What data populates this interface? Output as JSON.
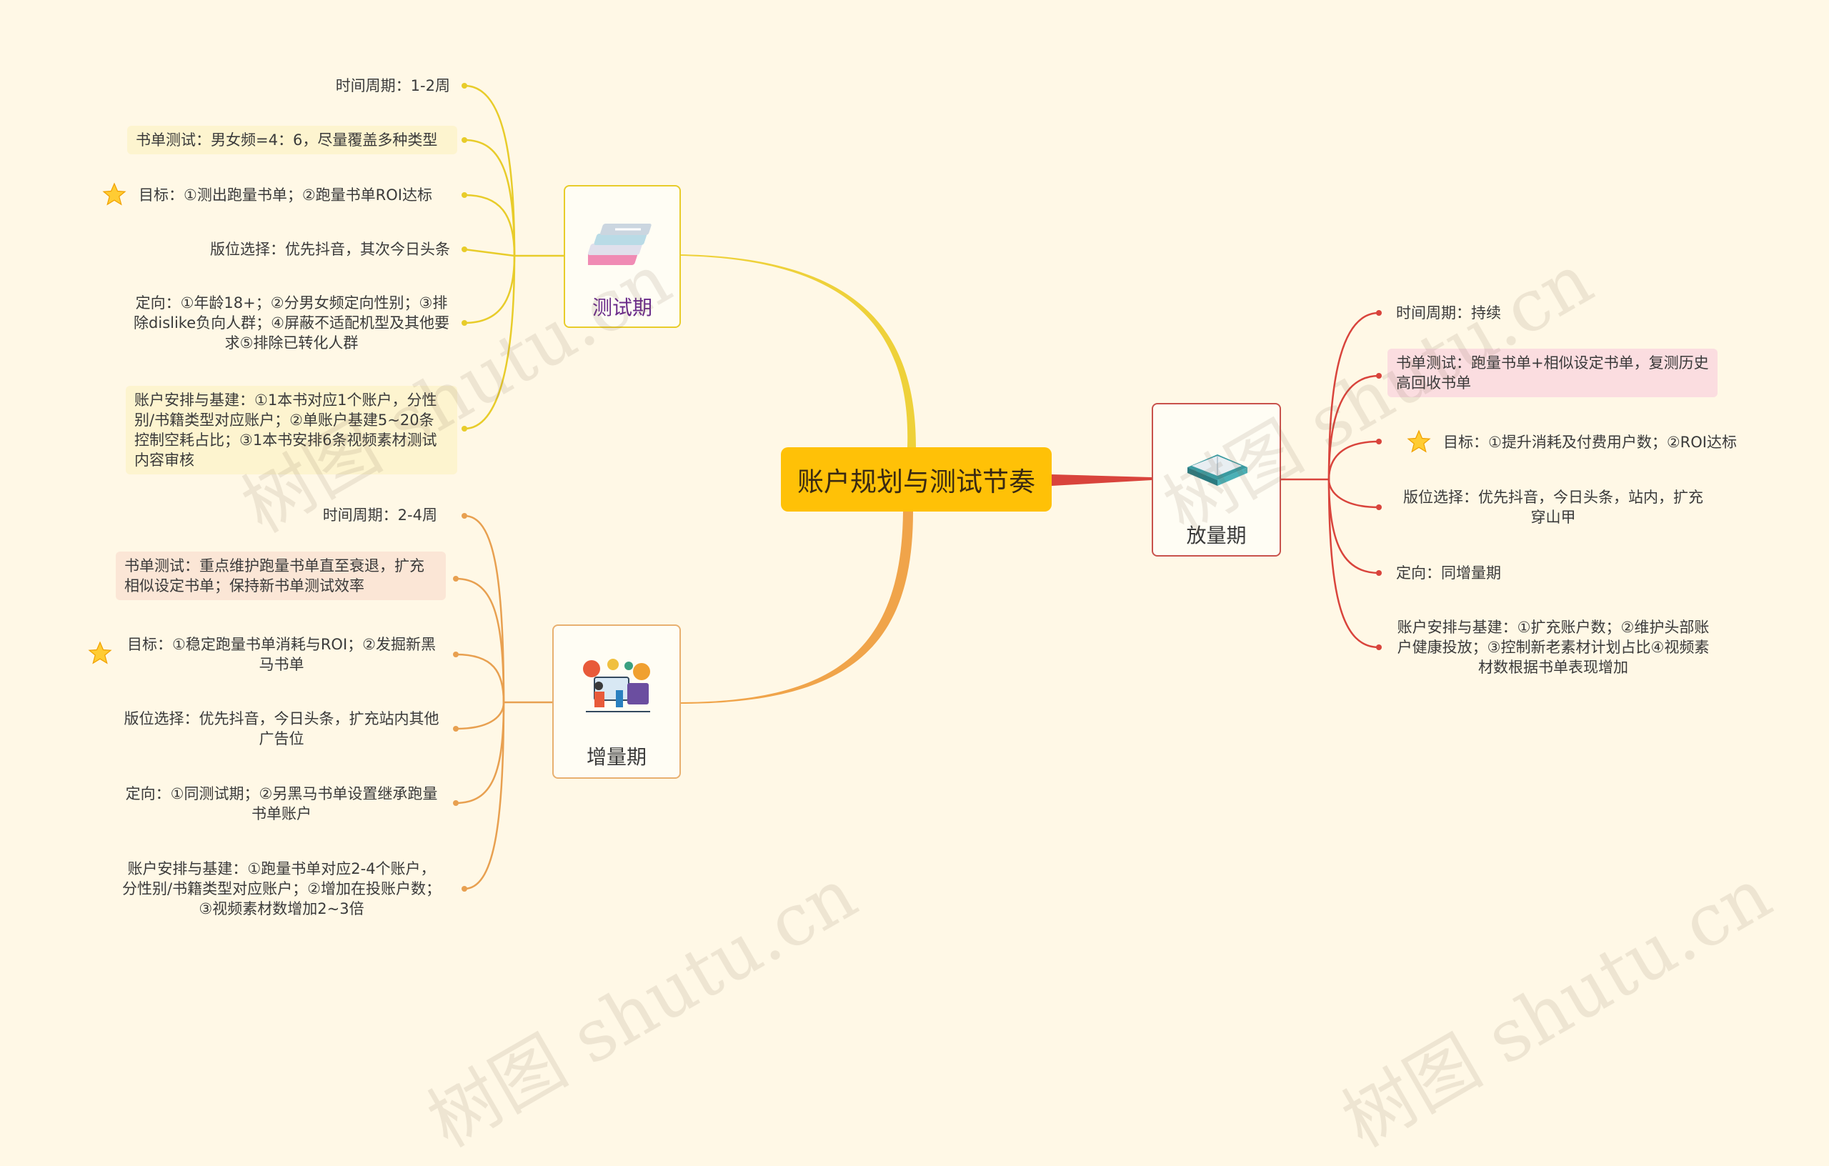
{
  "root": {
    "title": "账户规划与测试节奏"
  },
  "branches": {
    "test": {
      "label": "测试期",
      "items": [
        "时间周期：1-2周",
        "书单测试：男女频=4：6，尽量覆盖多种类型",
        "目标：①测出跑量书单；②跑量书单ROI达标",
        "版位选择：优先抖音，其次今日头条",
        "定向：①年龄18+；②分男女频定向性别；③排除dislike负向人群；④屏蔽不适配机型及其他要求⑤排除已转化人群",
        "账户安排与基建：①1本书对应1个账户，分性别/书籍类型对应账户；②单账户基建5~20条控制空耗占比；③1本书安排6条视频素材测试内容审核"
      ]
    },
    "growth": {
      "label": "增量期",
      "items": [
        "时间周期：2-4周",
        "书单测试：重点维护跑量书单直至衰退，扩充相似设定书单；保持新书单测试效率",
        "目标：①稳定跑量书单消耗与ROI；②发掘新黑马书单",
        "版位选择：优先抖音，今日头条，扩充站内其他广告位",
        "定向：①同测试期；②另黑马书单设置继承跑量书单账户",
        "账户安排与基建：①跑量书单对应2-4个账户，分性别/书籍类型对应账户；②增加在投账户数；③视频素材数增加2~3倍"
      ]
    },
    "scale": {
      "label": "放量期",
      "items": [
        "时间周期：持续",
        "书单测试：跑量书单+相似设定书单，复测历史高回收书单",
        "目标：①提升消耗及付费用户数；②ROI达标",
        "版位选择：优先抖音，今日头条，站内，扩充穿山甲",
        "定向：同增量期",
        "账户安排与基建：①扩充账户数；②维护头部账户健康投放；③控制新老素材计划占比④视频素材数根据书单表现增加"
      ]
    }
  },
  "icons": {
    "star": "star-icon",
    "books": "books-icon",
    "people": "team-illustration-icon",
    "book": "book-icon"
  },
  "colors": {
    "background": "#fff8e6",
    "root": "#ffc107",
    "test_line": "#e8cc2a",
    "growth_line": "#e8a050",
    "scale_line": "#d9443c"
  },
  "watermark": "树图 shutu.cn"
}
